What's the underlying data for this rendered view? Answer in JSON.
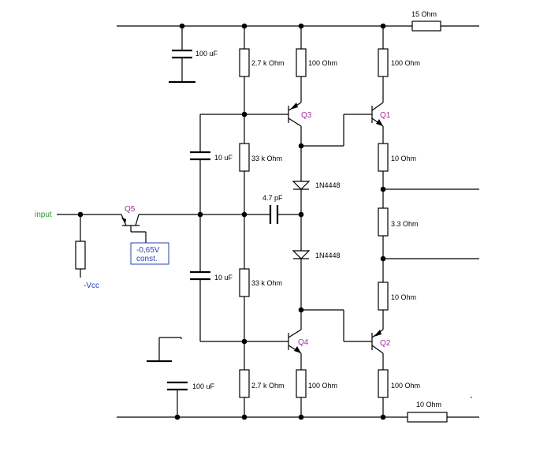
{
  "labels": {
    "r_15": "15  Ohm",
    "c_100uf_top": "100 uF",
    "r_2k7_top": "2.7 k  Ohm",
    "r_100_q3": "100   Ohm",
    "r_100_q1": "100   Ohm",
    "q3": "Q3",
    "q1": "Q1",
    "c_10uf_top": "10 uF",
    "r_33k_top": "33 k  Ohm",
    "r_10_q1": "10    Ohm",
    "d_top": "1N4448",
    "c_4p7": "4.7 pF",
    "input": "input",
    "q5": "Q5",
    "r_3p3": "3.3   Ohm",
    "box_line1": "-0,65V",
    "box_line2": "const.",
    "d_bottom": "1N4448",
    "vcc": "-Vcc",
    "c_10uf_bottom": "10 uF",
    "r_33k_bottom": "33 k  Ohm",
    "r_10_q2": "10    Ohm",
    "q4": "Q4",
    "q2": "Q2",
    "c_100uf_bottom": "100 uF",
    "r_2k7_bottom": "2.7 k  Ohm",
    "r_100_q4": "100   Ohm",
    "r_100_q2": "100   Ohm",
    "r_10_bottom": "10   Ohm"
  }
}
